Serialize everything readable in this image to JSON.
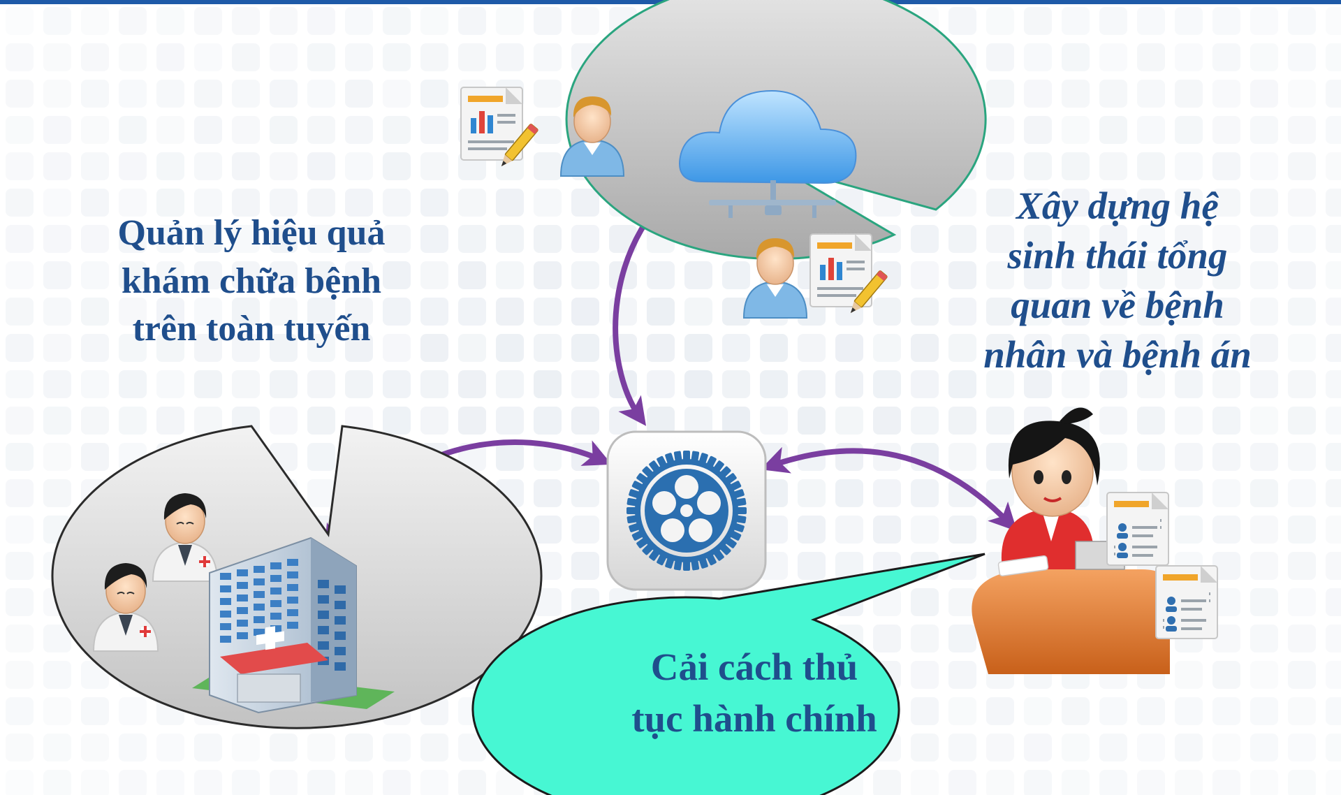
{
  "colors": {
    "text": "#1f4e8c",
    "arrow": "#7a3ea0",
    "bubble_gray": "#c9c9c9",
    "bubble_cyan": "#47f7d3",
    "bubble_outline_gray": "#2b2b2b",
    "bubble_outline_teal": "#2aa57f",
    "top_band": "#1e5aa8"
  },
  "nodes": [
    {
      "id": "hospital",
      "label": "",
      "icon": "hospital-with-doctors-icon"
    },
    {
      "id": "cloud-server",
      "label": "",
      "icon": "cloud-server-icon"
    },
    {
      "id": "gear",
      "label": "",
      "icon": "gear-app-icon"
    },
    {
      "id": "admin",
      "label": "",
      "icon": "receptionist-desk-icon"
    }
  ],
  "edges": [
    {
      "from": "gear",
      "to": "cloud-server",
      "directed": "both"
    },
    {
      "from": "gear",
      "to": "hospital",
      "directed": "both"
    },
    {
      "from": "gear",
      "to": "admin",
      "directed": "both"
    }
  ],
  "callouts": {
    "left": {
      "lines": [
        "Quản lý hiệu quả",
        "khám chữa bệnh",
        "trên toàn tuyến"
      ]
    },
    "right": {
      "lines": [
        "Xây dựng hệ",
        "sinh thái tổng",
        "quan về bệnh",
        "nhân và bệnh án"
      ]
    },
    "bottom": {
      "lines": [
        "Cải cách thủ",
        "tục hành chính"
      ]
    }
  }
}
